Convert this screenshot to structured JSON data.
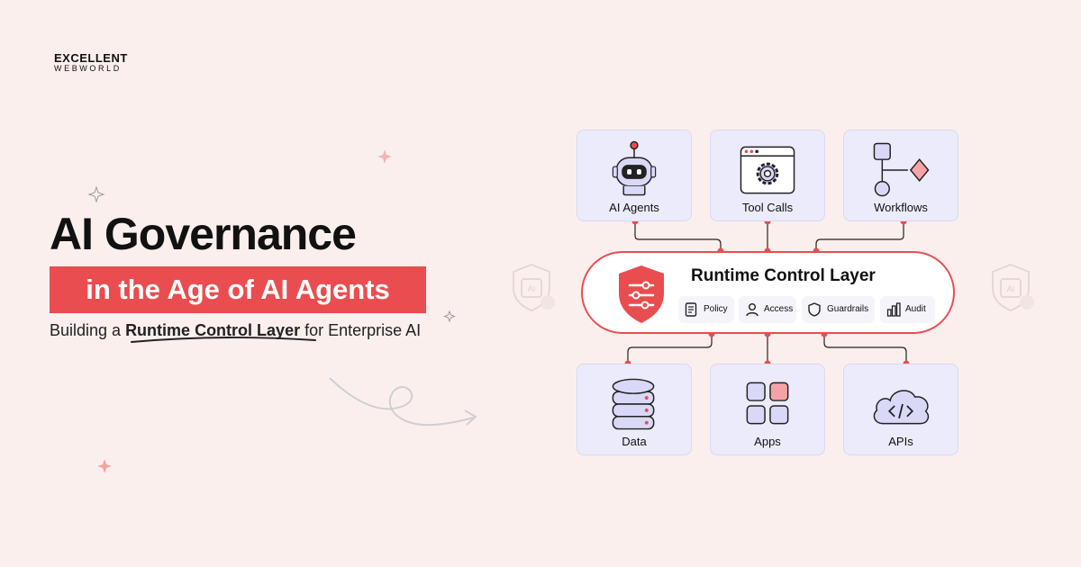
{
  "brand": {
    "line1": "EXCELLENT",
    "line2": "WEBWORLD"
  },
  "hero": {
    "title": "AI Governance",
    "banner": "in the Age of AI Agents",
    "subtitle_pre": "Building a ",
    "subtitle_highlight": "Runtime Control Layer",
    "subtitle_post": " for  Enterprise AI"
  },
  "diagram": {
    "top_nodes": [
      {
        "label": "AI Agents",
        "icon": "robot-icon"
      },
      {
        "label": "Tool Calls",
        "icon": "gear-window-icon"
      },
      {
        "label": "Workflows",
        "icon": "workflow-icon"
      }
    ],
    "control_layer": {
      "title": "Runtime Control Layer",
      "icon": "shield-sliders-icon",
      "chips": [
        {
          "label": "Policy",
          "icon": "document-icon"
        },
        {
          "label": "Access",
          "icon": "user-icon"
        },
        {
          "label": "Guardrails",
          "icon": "shield-icon"
        },
        {
          "label": "Audit",
          "icon": "bar-chart-icon"
        }
      ]
    },
    "bottom_nodes": [
      {
        "label": "Data",
        "icon": "database-icon"
      },
      {
        "label": "Apps",
        "icon": "apps-grid-icon"
      },
      {
        "label": "APIs",
        "icon": "cloud-code-icon"
      }
    ]
  },
  "colors": {
    "background": "#fbefee",
    "accent": "#ea4d4f",
    "node_fill": "#ebebfb",
    "icon_fill": "#d9d9f7"
  }
}
